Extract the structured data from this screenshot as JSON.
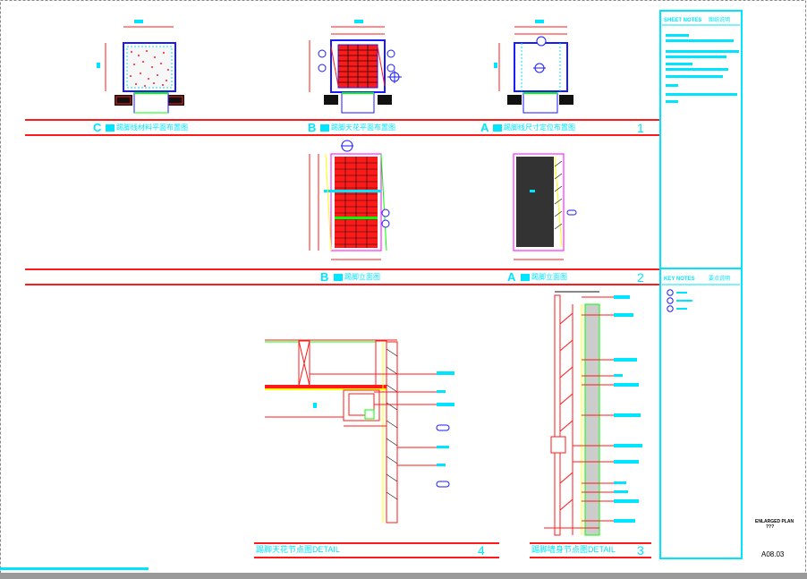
{
  "drawing": {
    "row1": {
      "sheet_no": "1",
      "views": [
        {
          "letter": "C",
          "caption": "踢脚线材料平面布置图"
        },
        {
          "letter": "B",
          "caption": "踢脚天花平面布置图"
        },
        {
          "letter": "A",
          "caption": "踢脚线尺寸定位布置图"
        }
      ]
    },
    "row2": {
      "sheet_no": "2",
      "views": [
        {
          "letter": "B",
          "caption": "踢脚立面图"
        },
        {
          "letter": "A",
          "caption": "踢脚立面图"
        }
      ]
    },
    "details": [
      {
        "caption": "踢脚天花节点图DETAIL",
        "sheet_no": "4"
      },
      {
        "caption": "踢脚墙身节点图DETAIL",
        "sheet_no": "3"
      }
    ],
    "title_block": {
      "sheet_notes_title": "SHEET NOTES",
      "sheet_notes_sub": "图纸说明",
      "key_notes_title": "KEY NOTES",
      "key_notes_sub": "要点说明",
      "drawing_label": "ENLARGED PLAN",
      "drawing_label2": "???",
      "sheet_code": "A08.03"
    }
  },
  "colors": {
    "cyan": "#00e5ff",
    "red": "#ff1a1a",
    "blue": "#1a1aff",
    "green": "#00ff00",
    "yellow": "#ffff00",
    "magenta": "#ff00ff",
    "dark_fill": "#333333"
  }
}
